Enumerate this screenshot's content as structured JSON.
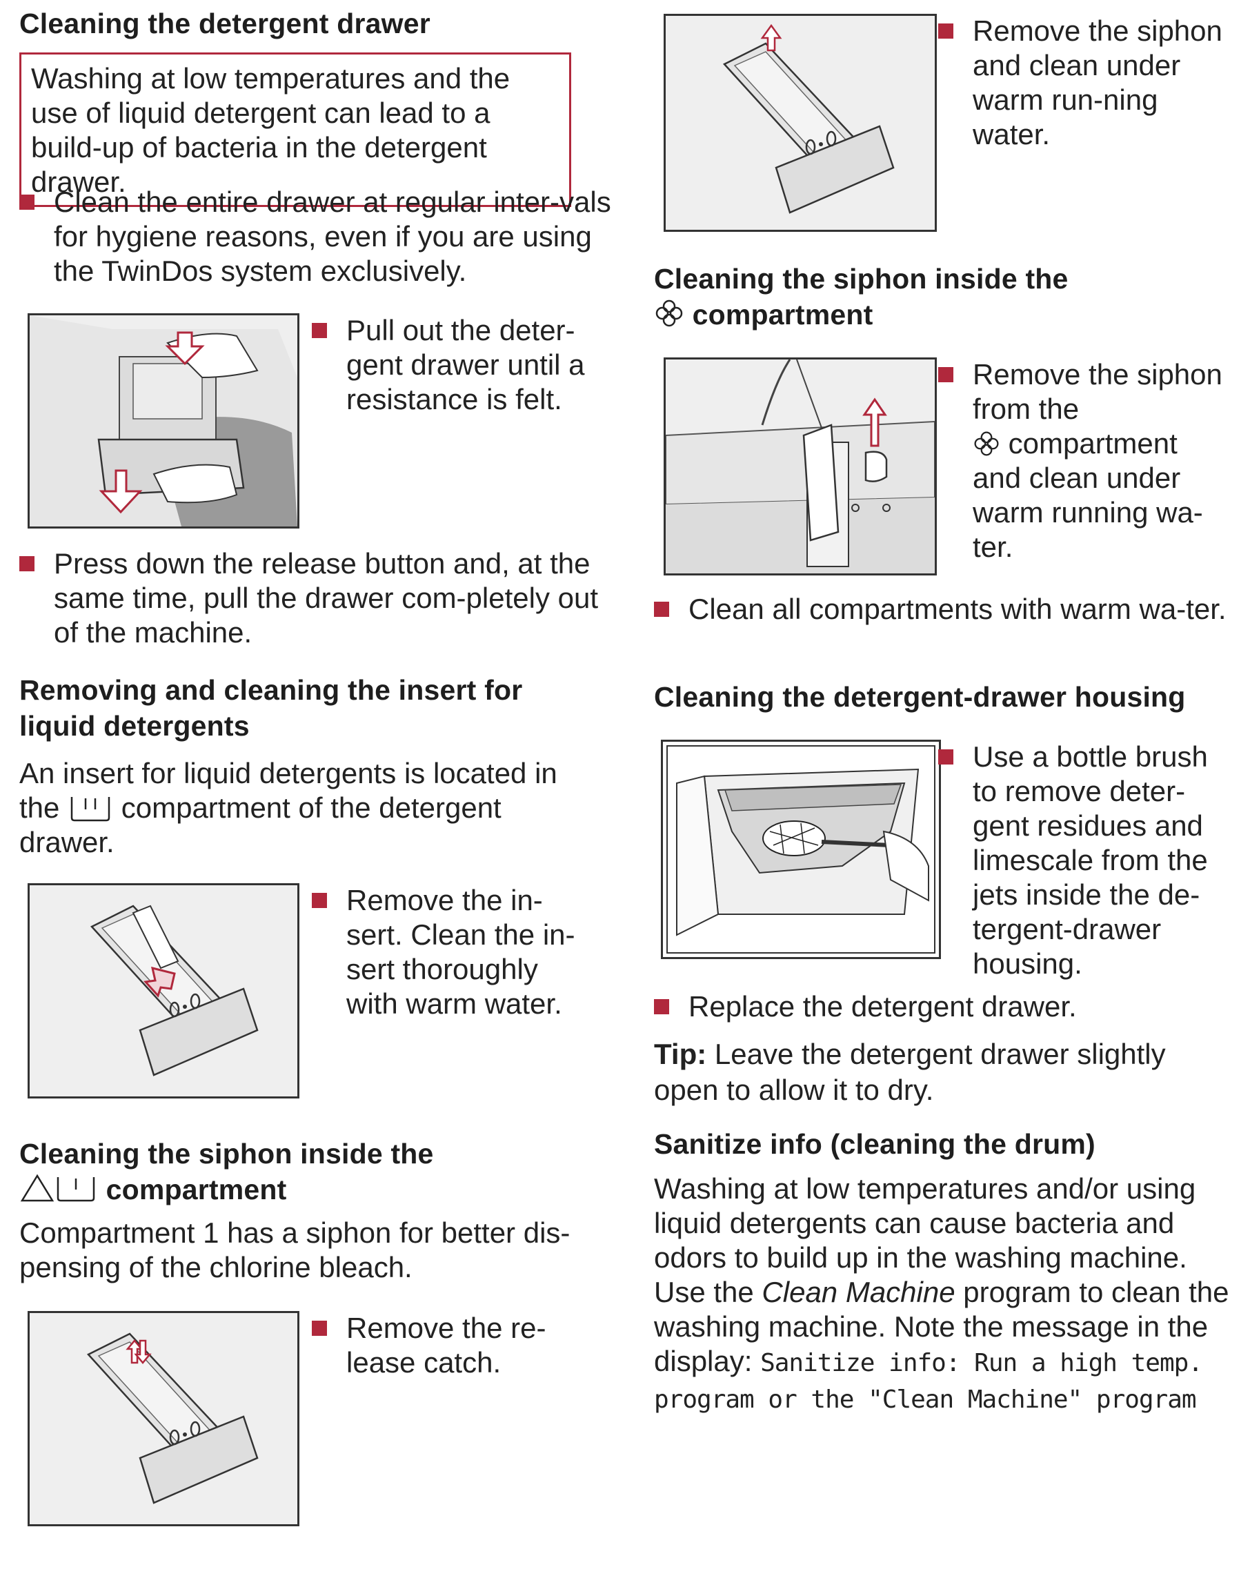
{
  "left": {
    "h_drawer": "Cleaning the detergent drawer",
    "warning": "Washing at low temperatures and the use of liquid detergent can lead to a build-up of bacteria in the detergent drawer.",
    "b_clean_entire": "Clean the entire drawer at regular inter-vals for hygiene reasons, even if you are using the TwinDos system exclusively.",
    "step_pull": "Pull out the deter-gent drawer until a resistance is felt.",
    "b_press": "Press down the release button and, at the same time, pull the drawer com-pletely out of the machine.",
    "h_insert_1": "Removing and cleaning the insert for",
    "h_insert_2": "liquid detergents",
    "insert_para_a": "An insert for liquid detergents is located in the",
    "insert_para_b": "compartment of the detergent drawer.",
    "step_insert": "Remove the in-sert. Clean the in-sert thoroughly with warm water.",
    "h_siphon_1": "Cleaning the siphon inside the",
    "h_siphon_2": "compartment",
    "siphon_para": "Compartment 1 has a siphon for better dis-pensing of the chlorine bleach.",
    "step_catch": "Remove the re-lease catch."
  },
  "right": {
    "step_remove_siphon": "Remove the siphon and clean under warm run-ning water.",
    "h_siphon_flower_1": "Cleaning the siphon inside the",
    "h_siphon_flower_2": "compartment",
    "step_flower_a": "Remove the siphon from the",
    "step_flower_b": "compartment and clean under warm running wa-ter.",
    "b_clean_all": "Clean all compartments with warm wa-ter.",
    "h_housing": "Cleaning the detergent-drawer housing",
    "step_brush": "Use a bottle brush to remove deter-gent residues and limescale from the jets inside the de-tergent-drawer housing.",
    "b_replace": "Replace the detergent drawer.",
    "tip_label": "Tip:",
    "tip_text": "Leave the detergent drawer slightly open to allow it to dry.",
    "h_sanitize": "Sanitize info (cleaning the drum)",
    "san_a": "Washing at low temperatures and/or using liquid detergents can cause bacteria and odors to build up in the washing machine. Use the",
    "san_prog": "Clean Machine",
    "san_b": "program to clean the washing machine. Note the message in the display:",
    "san_display": "Sanitize info: Run a high temp. program or the \"Clean Machine\" program"
  },
  "colors": {
    "accent": "#b0283c",
    "text": "#222222",
    "figure_bg": "#efefef"
  },
  "icons": [
    "bullet-square-icon",
    "liquid-compartment-icon",
    "bleach-triangle-icon",
    "fabric-softener-flower-icon",
    "arrow-up-icon",
    "arrow-down-icon"
  ]
}
